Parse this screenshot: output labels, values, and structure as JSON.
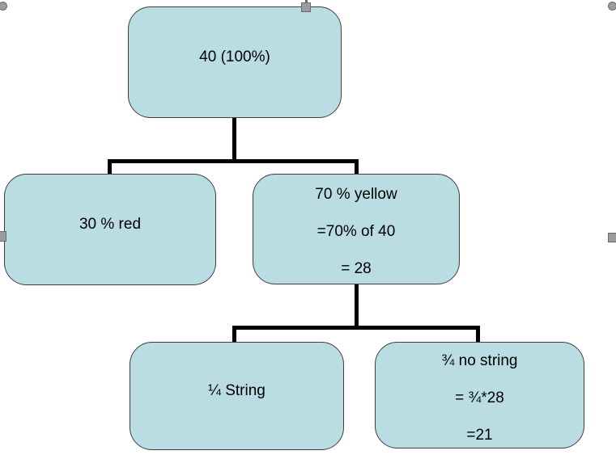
{
  "diagram": {
    "nodes": {
      "root": {
        "lines": [
          "40 (100%)"
        ]
      },
      "red": {
        "lines": [
          "30 % red"
        ]
      },
      "yellow": {
        "lines": [
          "70 % yellow",
          "=70% of 40",
          "= 28"
        ]
      },
      "string": {
        "lines": [
          "¼ String"
        ]
      },
      "no_string": {
        "lines": [
          "¾ no string",
          "= ¾*28",
          "=21"
        ]
      }
    },
    "colors": {
      "background": "#ffffff",
      "node_fill": "#b9dde2",
      "node_border": "#3f3f3f",
      "connector": "#000000",
      "handle_fill": "#9c9c9c",
      "handle_border": "#6b6b6b"
    }
  }
}
